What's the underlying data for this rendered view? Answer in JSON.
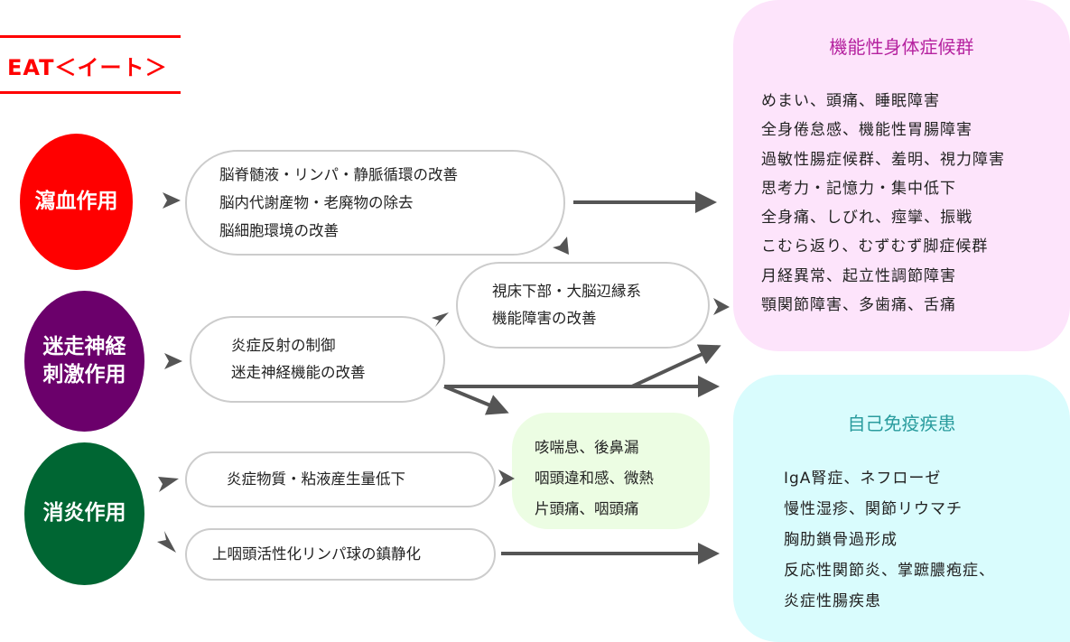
{
  "header": {
    "title": "EAT＜イート＞"
  },
  "actions": [
    {
      "label": "瀉血作用",
      "color": "#ff0000"
    },
    {
      "label": "迷走神経\n刺激作用",
      "line1": "迷走神経",
      "line2": "刺激作用",
      "color": "#6b006b"
    },
    {
      "label": "消炎作用",
      "color": "#006633"
    }
  ],
  "effects": {
    "box1": [
      "脳脊髄液・リンパ・静脈循環の改善",
      "脳内代謝産物・老廃物の除去",
      "脳細胞環境の改善"
    ],
    "box2": [
      "視床下部・大脳辺縁系",
      "機能障害の改善"
    ],
    "box3": [
      "炎症反射の制御",
      "迷走神経機能の改善"
    ],
    "box4": [
      "咳喘息、後鼻漏",
      "咽頭違和感、微熱",
      "片頭痛、咽頭痛"
    ],
    "box5": [
      "炎症物質・粘液産生量低下"
    ],
    "box6": [
      "上咽頭活性化リンパ球の鎮静化"
    ]
  },
  "panels": {
    "functional": {
      "title": "機能性身体症候群",
      "color": "#b5229f",
      "bg": "#fde4fb",
      "items": [
        "めまい、頭痛、睡眠障害",
        "全身倦怠感、機能性胃腸障害",
        "過敏性腸症候群、羞明、視力障害",
        "思考力・記憶力・集中低下",
        "全身痛、しびれ、痙攣、振戦",
        "こむら返り、むずむず脚症候群",
        "月経異常、起立性調節障害",
        "顎関節障害、多歯痛、舌痛"
      ]
    },
    "autoimmune": {
      "title": "自己免疫疾患",
      "color": "#2a9c9e",
      "bg": "#d9fcfd",
      "items": [
        "IgA腎症、ネフローゼ",
        "慢性湿疹、関節リウマチ",
        "胸肋鎖骨過形成",
        "反応性関節炎、掌蹠膿疱症、",
        "炎症性腸疾患"
      ]
    }
  }
}
